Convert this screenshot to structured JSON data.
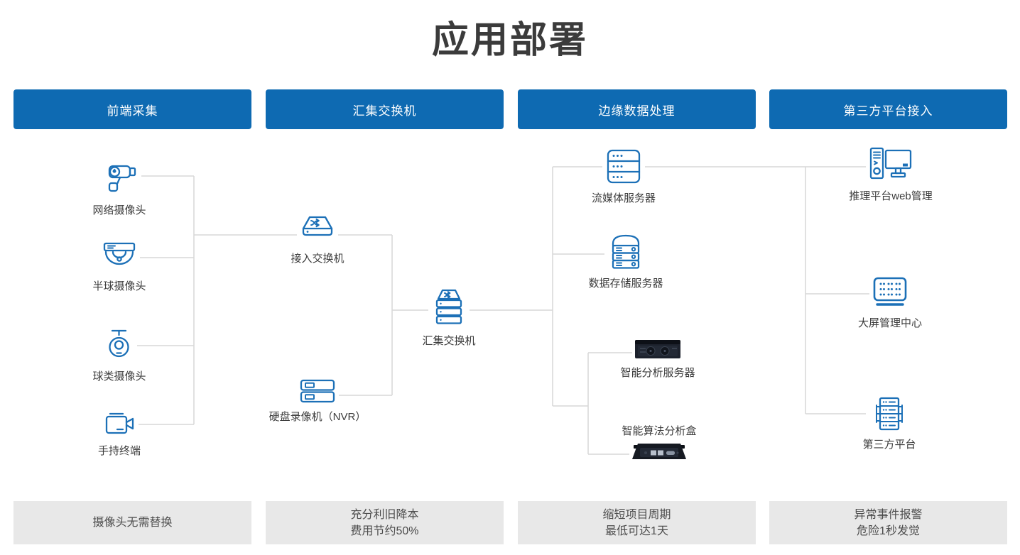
{
  "title": "应用部署",
  "colors": {
    "header_blue": "#0e6ab2",
    "icon_blue": "#1c70b7",
    "connector_gray": "#d7d7d7",
    "footer_gray": "#e8e8e8",
    "title_text": "#3b3b3b",
    "label_text": "#3c3c3c"
  },
  "columns": [
    {
      "header": "前端采集",
      "footer_lines": [
        "摄像头无需替换"
      ]
    },
    {
      "header": "汇集交换机",
      "footer_lines": [
        "充分利旧降本",
        "费用节约50%"
      ]
    },
    {
      "header": "边缘数据处理",
      "footer_lines": [
        "缩短项目周期",
        "最低可达1天"
      ]
    },
    {
      "header": "第三方平台接入",
      "footer_lines": [
        "异常事件报警",
        "危险1秒发觉"
      ]
    }
  ],
  "nodes": {
    "network_camera": "网络摄像头",
    "dome_camera": "半球摄像头",
    "ball_camera": "球类摄像头",
    "handheld_terminal": "手持终端",
    "access_switch": "接入交换机",
    "nvr": "硬盘录像机（NVR）",
    "aggregation_switch": "汇集交换机",
    "streaming_server": "流媒体服务器",
    "storage_server": "数据存储服务器",
    "analysis_server": "智能分析服务器",
    "algorithm_box": "智能算法分析盒",
    "inference_web": "推理平台web管理",
    "big_screen": "大屏管理中心",
    "third_party": "第三方平台"
  }
}
